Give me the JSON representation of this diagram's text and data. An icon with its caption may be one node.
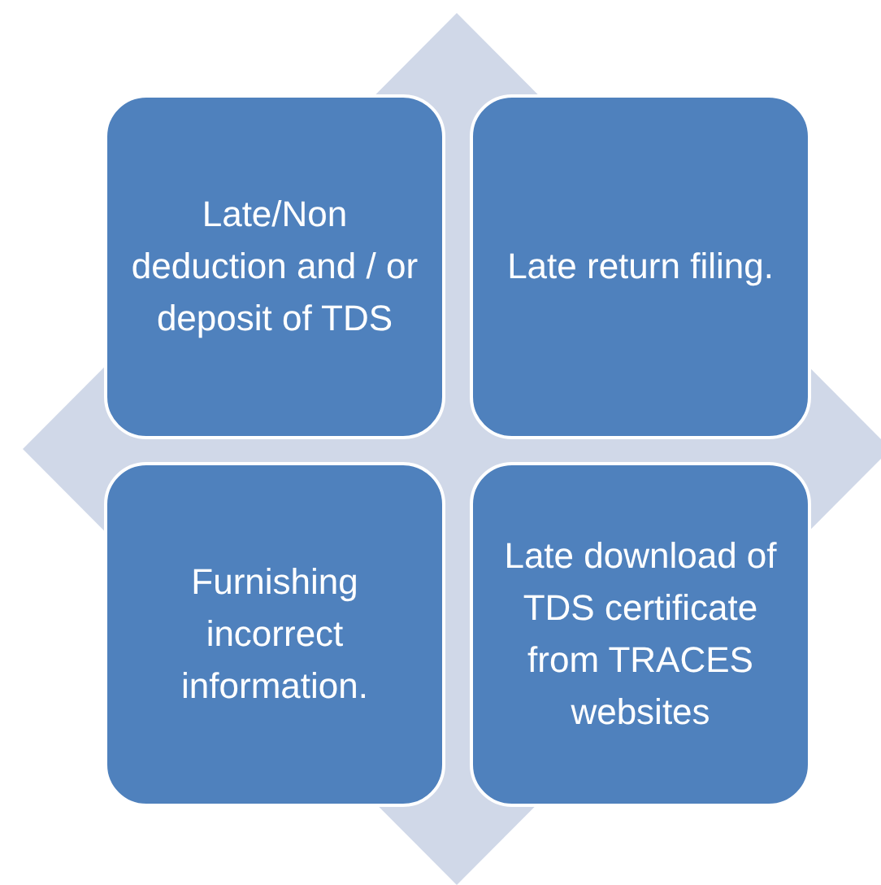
{
  "diagram": {
    "nodes": [
      {
        "text": [
          "Late/Non deduction and / or deposit of TDS"
        ]
      },
      {
        "text": [
          "Late return filing."
        ]
      },
      {
        "text": [
          "Furnishing incorrect information."
        ]
      },
      {
        "text": [
          "Late download of TDS certificate from TRACES websites"
        ]
      }
    ]
  }
}
